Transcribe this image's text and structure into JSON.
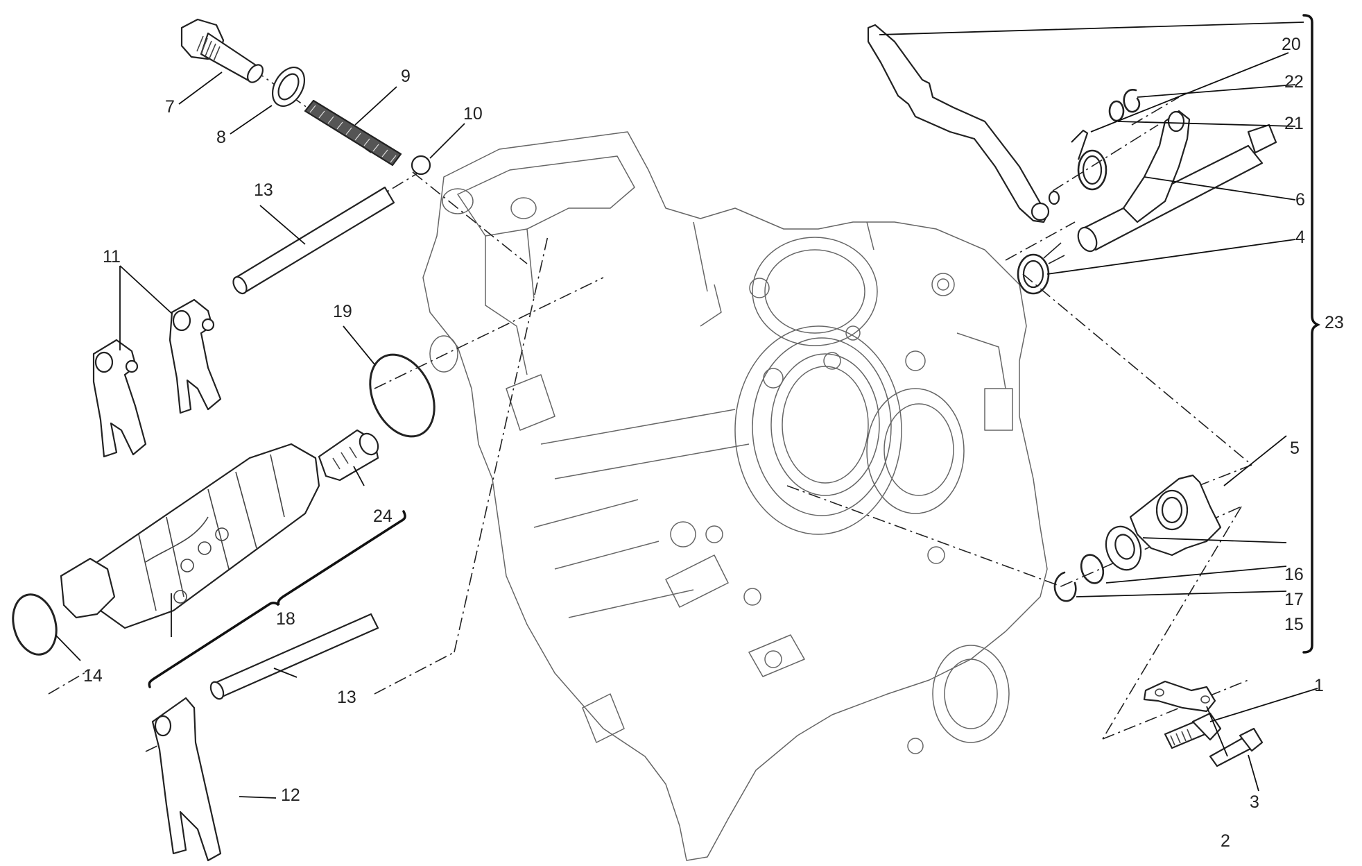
{
  "diagram": {
    "type": "exploded-parts-view",
    "subject": "Gearbox selector drum, forks and shift shaft assembly on crankcase half",
    "callouts": [
      {
        "id": "1"
      },
      {
        "id": "2"
      },
      {
        "id": "3"
      },
      {
        "id": "4"
      },
      {
        "id": "5"
      },
      {
        "id": "6"
      },
      {
        "id": "7"
      },
      {
        "id": "8"
      },
      {
        "id": "9"
      },
      {
        "id": "10"
      },
      {
        "id": "11"
      },
      {
        "id": "12"
      },
      {
        "id": "13a",
        "text": "13"
      },
      {
        "id": "13b",
        "text": "13"
      },
      {
        "id": "14"
      },
      {
        "id": "15"
      },
      {
        "id": "16"
      },
      {
        "id": "17"
      },
      {
        "id": "18"
      },
      {
        "id": "19"
      },
      {
        "id": "20"
      },
      {
        "id": "21"
      },
      {
        "id": "22"
      },
      {
        "id": "23"
      },
      {
        "id": "24"
      }
    ],
    "groups": {
      "18": [
        "drum",
        "24"
      ],
      "23": [
        "4",
        "5",
        "6",
        "15",
        "16",
        "17",
        "20",
        "21",
        "22"
      ]
    },
    "colors": {
      "line": "#222222",
      "background": "#ffffff"
    }
  }
}
